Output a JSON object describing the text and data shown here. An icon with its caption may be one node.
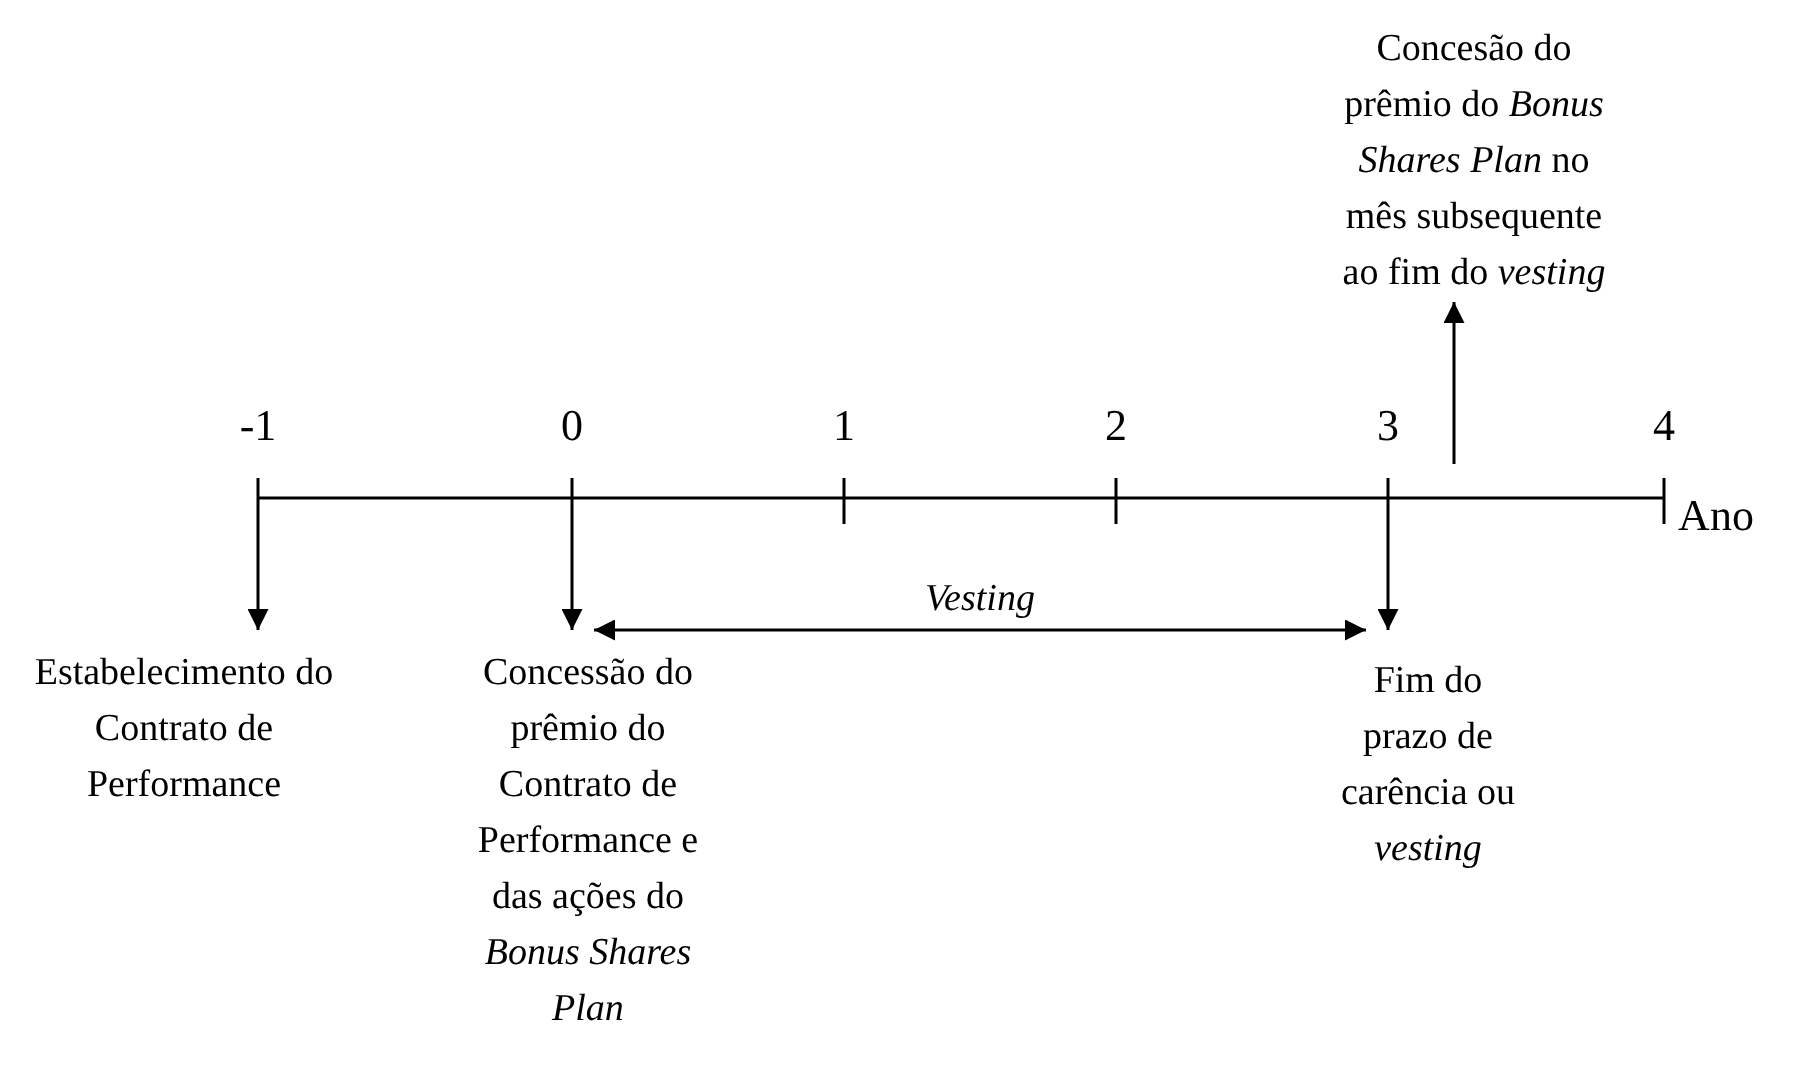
{
  "diagram": {
    "nodes": [
      {
        "text": [
          "Concesão do prêmio do *Bonus Shares Plan* no mês subsequente ao fim do *vesting*"
        ]
      },
      {
        "text": [
          "Estabelecimento do Contrato de Performance"
        ]
      },
      {
        "text": [
          "Concessão do prêmio do Contrato de Performance e das ações do *Bonus Shares Plan*"
        ]
      },
      {
        "text": [
          "Fim do prazo de carência ou *vesting*"
        ]
      }
    ],
    "edges": [
      {
        "from": null,
        "to": 0,
        "arrow": "to"
      },
      {
        "from": null,
        "to": 1,
        "arrow": "to"
      },
      {
        "from": null,
        "to": 2,
        "arrow": "to"
      },
      {
        "from": null,
        "to": 3,
        "arrow": "to"
      },
      {
        "from": 2,
        "to": 3,
        "arrow": "both",
        "label": "Vesting"
      }
    ],
    "labels": [
      "-1",
      "0",
      "1",
      "2",
      "3",
      "4",
      "Ano"
    ]
  }
}
